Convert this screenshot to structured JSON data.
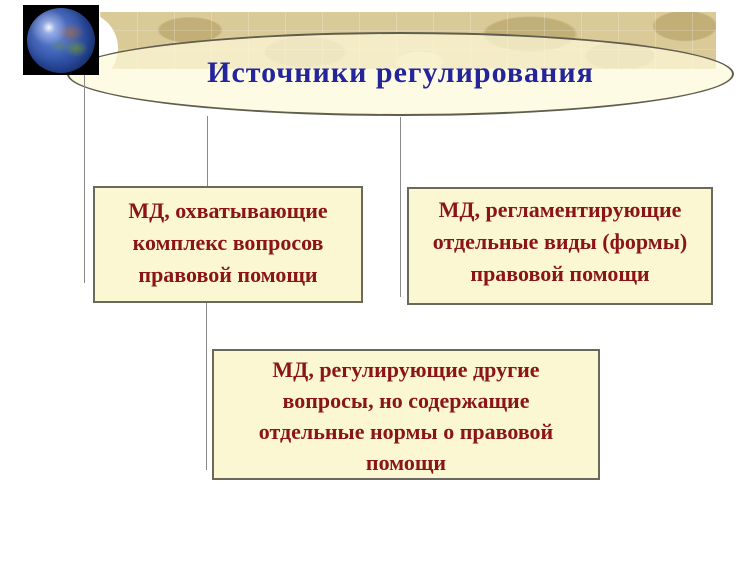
{
  "slide": {
    "title": {
      "text": "Источники регулирования"
    },
    "boxes": [
      {
        "name": "md-complex-questions",
        "lines": [
          "МД, охватывающие",
          "комплекс вопросов",
          "правовой помощи"
        ]
      },
      {
        "name": "md-separate-forms",
        "lines": [
          "МД, регламентирующие",
          "отдельные виды (формы)",
          "правовой помощи"
        ]
      },
      {
        "name": "md-other-questions",
        "lines": [
          "МД, регулирующие другие",
          "вопросы, но содержащие",
          "отдельные нормы о правовой",
          "помощи"
        ]
      }
    ],
    "icons": {
      "globe": "globe-icon"
    },
    "colors": {
      "title_color": "#24249B",
      "banner": "#D9CA98",
      "ellipse_border": "#5F5E4E",
      "ellipse_fill": "#FDF9DA",
      "box_fill": "#FBF7D2",
      "box_border": "#6B685C",
      "box_text": "#8B1414",
      "connector": "#8A8A8A"
    }
  }
}
